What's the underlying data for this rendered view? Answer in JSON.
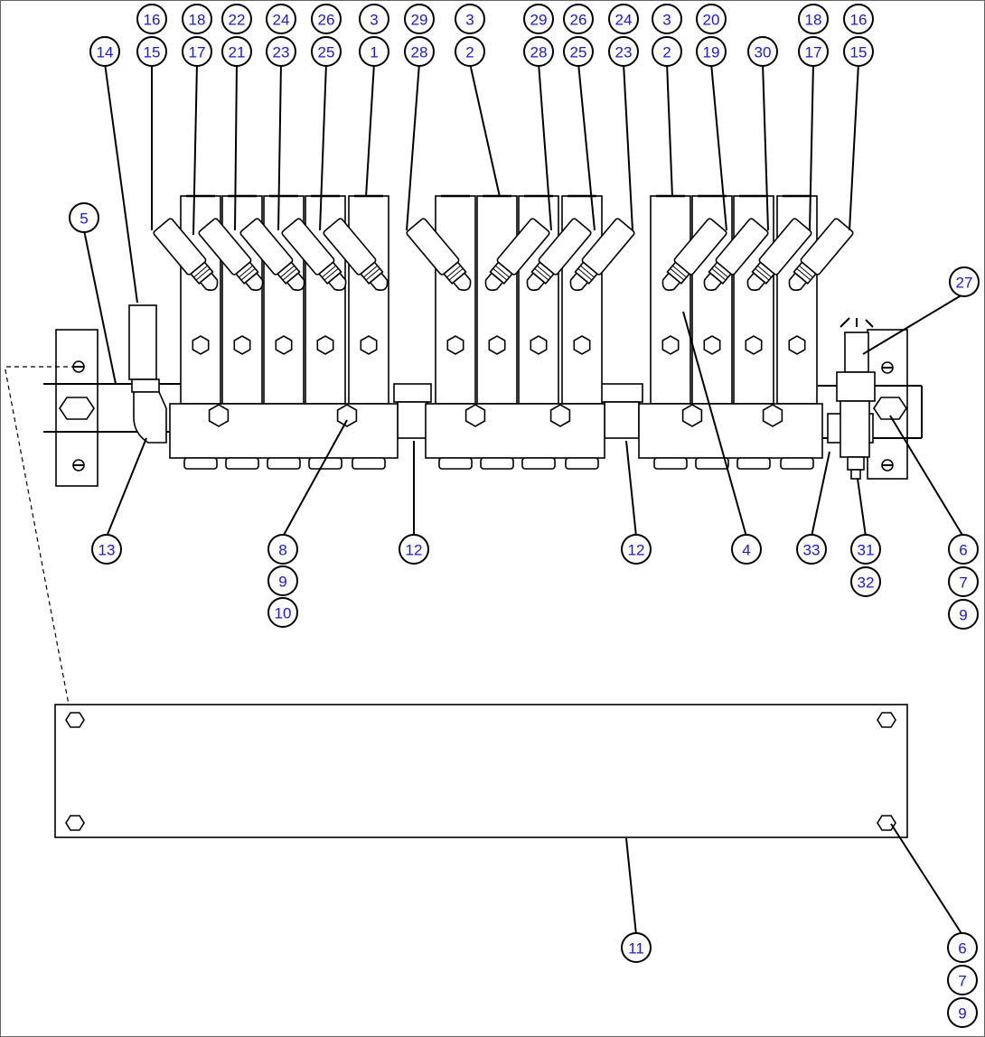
{
  "diagram": {
    "callouts": [
      {
        "id": "c01",
        "text": "16"
      },
      {
        "id": "c02",
        "text": "15"
      },
      {
        "id": "c03",
        "text": "18"
      },
      {
        "id": "c04",
        "text": "17"
      },
      {
        "id": "c05",
        "text": "22"
      },
      {
        "id": "c06",
        "text": "21"
      },
      {
        "id": "c07",
        "text": "24"
      },
      {
        "id": "c08",
        "text": "23"
      },
      {
        "id": "c09",
        "text": "26"
      },
      {
        "id": "c10",
        "text": "25"
      },
      {
        "id": "c11",
        "text": "3"
      },
      {
        "id": "c12",
        "text": "1"
      },
      {
        "id": "c13",
        "text": "29"
      },
      {
        "id": "c14",
        "text": "28"
      },
      {
        "id": "c15",
        "text": "3"
      },
      {
        "id": "c16",
        "text": "2"
      },
      {
        "id": "c17",
        "text": "29"
      },
      {
        "id": "c18",
        "text": "28"
      },
      {
        "id": "c19",
        "text": "26"
      },
      {
        "id": "c20",
        "text": "25"
      },
      {
        "id": "c21",
        "text": "24"
      },
      {
        "id": "c22",
        "text": "23"
      },
      {
        "id": "c23",
        "text": "3"
      },
      {
        "id": "c24",
        "text": "2"
      },
      {
        "id": "c25",
        "text": "20"
      },
      {
        "id": "c26",
        "text": "19"
      },
      {
        "id": "c27",
        "text": "30"
      },
      {
        "id": "c28",
        "text": "18"
      },
      {
        "id": "c29",
        "text": "17"
      },
      {
        "id": "c30",
        "text": "16"
      },
      {
        "id": "c31",
        "text": "15"
      },
      {
        "id": "c32",
        "text": "14"
      },
      {
        "id": "c33",
        "text": "5"
      },
      {
        "id": "c34",
        "text": "27"
      },
      {
        "id": "c35",
        "text": "13"
      },
      {
        "id": "c36",
        "text": "8"
      },
      {
        "id": "c37",
        "text": "9"
      },
      {
        "id": "c38",
        "text": "10"
      },
      {
        "id": "c39",
        "text": "12"
      },
      {
        "id": "c40",
        "text": "12"
      },
      {
        "id": "c41",
        "text": "4"
      },
      {
        "id": "c42",
        "text": "33"
      },
      {
        "id": "c43",
        "text": "31"
      },
      {
        "id": "c44",
        "text": "32"
      },
      {
        "id": "c45",
        "text": "6"
      },
      {
        "id": "c46",
        "text": "7"
      },
      {
        "id": "c47",
        "text": "9"
      },
      {
        "id": "c48",
        "text": "11"
      },
      {
        "id": "c49",
        "text": "6"
      },
      {
        "id": "c50",
        "text": "7"
      },
      {
        "id": "c51",
        "text": "9"
      }
    ]
  }
}
